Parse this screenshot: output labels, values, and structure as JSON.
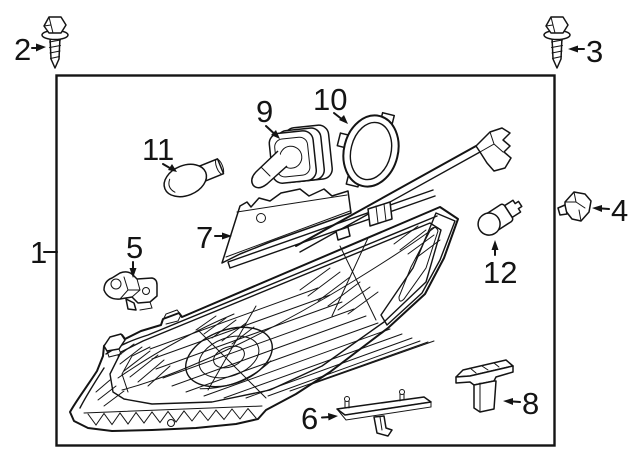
{
  "colors": {
    "line": "#141414",
    "background": "#ffffff"
  },
  "callouts": [
    {
      "label": "1",
      "part": "headlamp-assembly-boundary"
    },
    {
      "label": "2",
      "part": "hex-flange-bolt-left"
    },
    {
      "label": "3",
      "part": "hex-flange-bolt-right"
    },
    {
      "label": "4",
      "part": "retainer-clip-right"
    },
    {
      "label": "5",
      "part": "mounting-bracket"
    },
    {
      "label": "6",
      "part": "lower-retainer-bracket"
    },
    {
      "label": "7",
      "part": "headlamp-mounting-bracket"
    },
    {
      "label": "8",
      "part": "lower-retainer-clip"
    },
    {
      "label": "9",
      "part": "bulb-and-socket"
    },
    {
      "label": "10",
      "part": "retaining-ring"
    },
    {
      "label": "11",
      "part": "signal-bulb"
    },
    {
      "label": "12",
      "part": "wedge-bulb"
    }
  ]
}
